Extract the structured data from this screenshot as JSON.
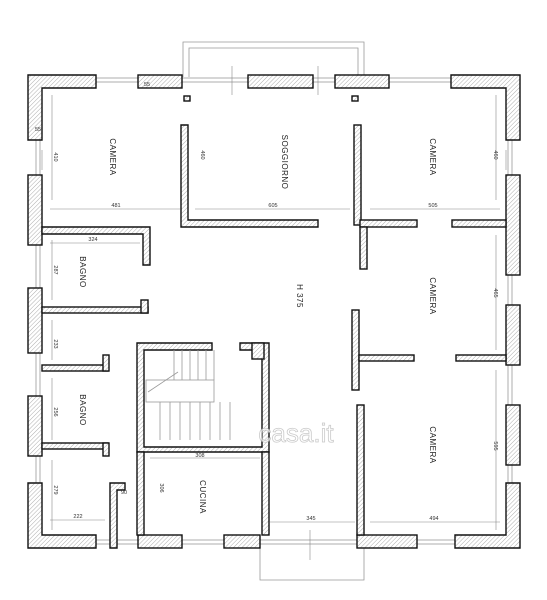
{
  "rooms": {
    "camera_nw": "CAMERA",
    "soggiorno": "SOGGIORNO",
    "camera_ne": "CAMERA",
    "bagno_1": "BAGNO",
    "camera_e": "CAMERA",
    "bagno_2": "BAGNO",
    "camera_se": "CAMERA",
    "cucina": "CUCINA"
  },
  "height_label": "H 375",
  "dimensions": {
    "d55_top": "55",
    "d55_left": "55",
    "d410": "410",
    "d460_left": "460",
    "d460_right": "460",
    "d481": "481",
    "d605": "605",
    "d505": "505",
    "d324": "324",
    "d287": "287",
    "d465": "465",
    "d233": "233",
    "d256": "256",
    "d308": "308",
    "d306": "306",
    "d595": "595",
    "d279": "279",
    "d90": "90",
    "d222": "222",
    "d345": "345",
    "d494": "494"
  },
  "watermark": "casa.it"
}
